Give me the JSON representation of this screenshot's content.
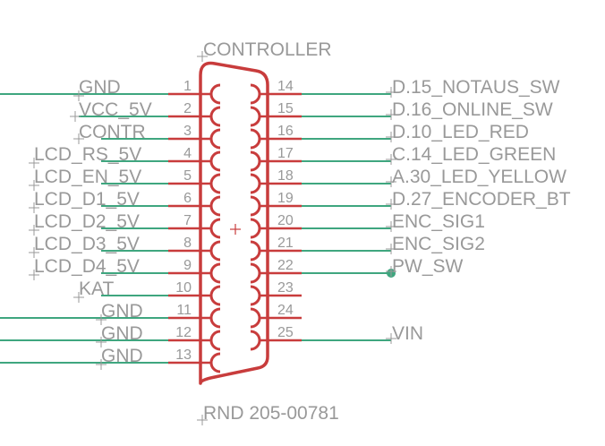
{
  "part": {
    "name": "CONTROLLER",
    "value": "RND 205-00781"
  },
  "colors": {
    "wire": "#3fa67f",
    "symbol": "#c83c3c",
    "text": "#999999"
  },
  "left_pins": [
    {
      "pin": "1",
      "net": "GND",
      "wire": "long"
    },
    {
      "pin": "2",
      "net": "VCC_5V",
      "wire": "short"
    },
    {
      "pin": "3",
      "net": "CONTR",
      "wire": "short"
    },
    {
      "pin": "4",
      "net": "LCD_RS_5V",
      "wire": "short"
    },
    {
      "pin": "5",
      "net": "LCD_EN_5V",
      "wire": "short"
    },
    {
      "pin": "6",
      "net": "LCD_D1_5V",
      "wire": "short"
    },
    {
      "pin": "7",
      "net": "LCD_D2_5V",
      "wire": "short"
    },
    {
      "pin": "8",
      "net": "LCD_D3_5V",
      "wire": "short"
    },
    {
      "pin": "9",
      "net": "LCD_D4_5V",
      "wire": "short"
    },
    {
      "pin": "10",
      "net": "KAT",
      "wire": "short"
    },
    {
      "pin": "11",
      "net": "GND",
      "wire": "long"
    },
    {
      "pin": "12",
      "net": "GND",
      "wire": "long"
    },
    {
      "pin": "13",
      "net": "GND",
      "wire": "long"
    }
  ],
  "right_pins": [
    {
      "pin": "14",
      "net": "D.15_NOTAUS_SW",
      "wire": true,
      "junction": false
    },
    {
      "pin": "15",
      "net": "D.16_ONLINE_SW",
      "wire": true,
      "junction": false
    },
    {
      "pin": "16",
      "net": "D.10_LED_RED",
      "wire": true,
      "junction": false
    },
    {
      "pin": "17",
      "net": "C.14_LED_GREEN",
      "wire": true,
      "junction": false
    },
    {
      "pin": "18",
      "net": "A.30_LED_YELLOW",
      "wire": true,
      "junction": false
    },
    {
      "pin": "19",
      "net": "D.27_ENCODER_BT",
      "wire": true,
      "junction": false
    },
    {
      "pin": "20",
      "net": "ENC_SIG1",
      "wire": true,
      "junction": false
    },
    {
      "pin": "21",
      "net": "ENC_SIG2",
      "wire": true,
      "junction": false
    },
    {
      "pin": "22",
      "net": "PW_SW",
      "wire": true,
      "junction": true
    },
    {
      "pin": "23",
      "net": "",
      "wire": false,
      "junction": false
    },
    {
      "pin": "24",
      "net": "",
      "wire": false,
      "junction": false
    },
    {
      "pin": "25",
      "net": "VIN",
      "wire": true,
      "junction": false
    }
  ]
}
